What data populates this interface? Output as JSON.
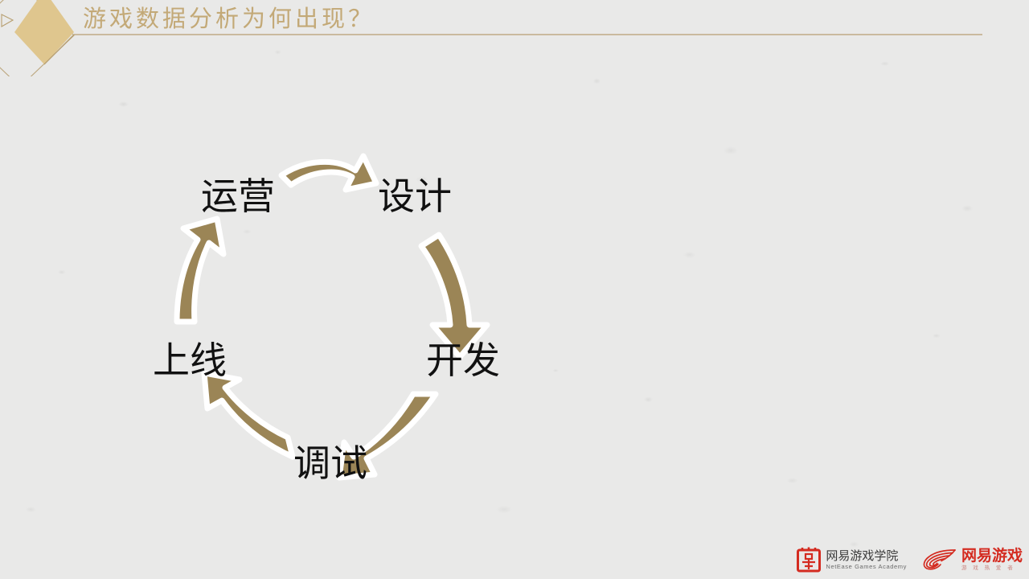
{
  "slide": {
    "title": "游戏数据分析为何出现？",
    "background_color": "#e9e9e8",
    "accent_color": "#c3a977",
    "arrow_color": "#9b8556",
    "title_color": "#c3a977"
  },
  "header": {
    "diamond_icon": "diamond-shape",
    "triangle_icon": "left-triangle-outline",
    "rule_icon": "horizontal-rule"
  },
  "cycle": {
    "nodes": [
      {
        "id": "yunying",
        "label": "运营"
      },
      {
        "id": "sheji",
        "label": "设计"
      },
      {
        "id": "kaifa",
        "label": "开发"
      },
      {
        "id": "tiaoshi",
        "label": "调试"
      },
      {
        "id": "shangxian",
        "label": "上线"
      }
    ],
    "arrows": [
      {
        "id": "arrow-yunying-to-sheji",
        "from": "运营",
        "to": "设计",
        "icon": "curved-arrow-right"
      },
      {
        "id": "arrow-sheji-to-kaifa",
        "from": "设计",
        "to": "开发",
        "icon": "curved-arrow-down"
      },
      {
        "id": "arrow-kaifa-to-tiaoshi",
        "from": "开发",
        "to": "调试",
        "icon": "curved-arrow-down-left"
      },
      {
        "id": "arrow-tiaoshi-to-shangxian",
        "from": "调试",
        "to": "上线",
        "icon": "curved-arrow-up-left"
      },
      {
        "id": "arrow-shangxian-to-yunying",
        "from": "上线",
        "to": "运营",
        "icon": "curved-arrow-up"
      }
    ]
  },
  "footer": {
    "logos": [
      {
        "id": "netease-games-academy",
        "mark_icon": "netease-seal-logo",
        "cn": "网易游戏学院",
        "en": "NetEase Games Academy",
        "color": "#d42b20"
      },
      {
        "id": "netease-games",
        "mark_icon": "netease-flame-logo",
        "cn": "网易游戏",
        "en": "游 戏 热 爱 者",
        "color": "#d42b20"
      }
    ]
  }
}
